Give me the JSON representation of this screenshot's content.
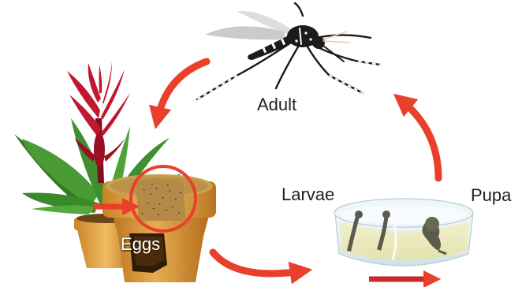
{
  "labels": {
    "adult": "Adult",
    "larvae": "Larvae",
    "pupa": "Pupa",
    "eggs": "Eggs"
  },
  "colors": {
    "arrow": "#e8402a",
    "pot": "#d99a3c",
    "pot_rim": "#c9882a",
    "water": "#e6f2f7",
    "plant_leaf": "#3f8f2e",
    "flower": "#c0182e",
    "mosquito": "#1b1b1b"
  },
  "icons": [
    "mosquito-icon",
    "bromeliad-plant-icon",
    "flower-pot-icon",
    "water-dish-icon",
    "larva-icon",
    "pupa-icon",
    "cycle-arrow-icon"
  ]
}
